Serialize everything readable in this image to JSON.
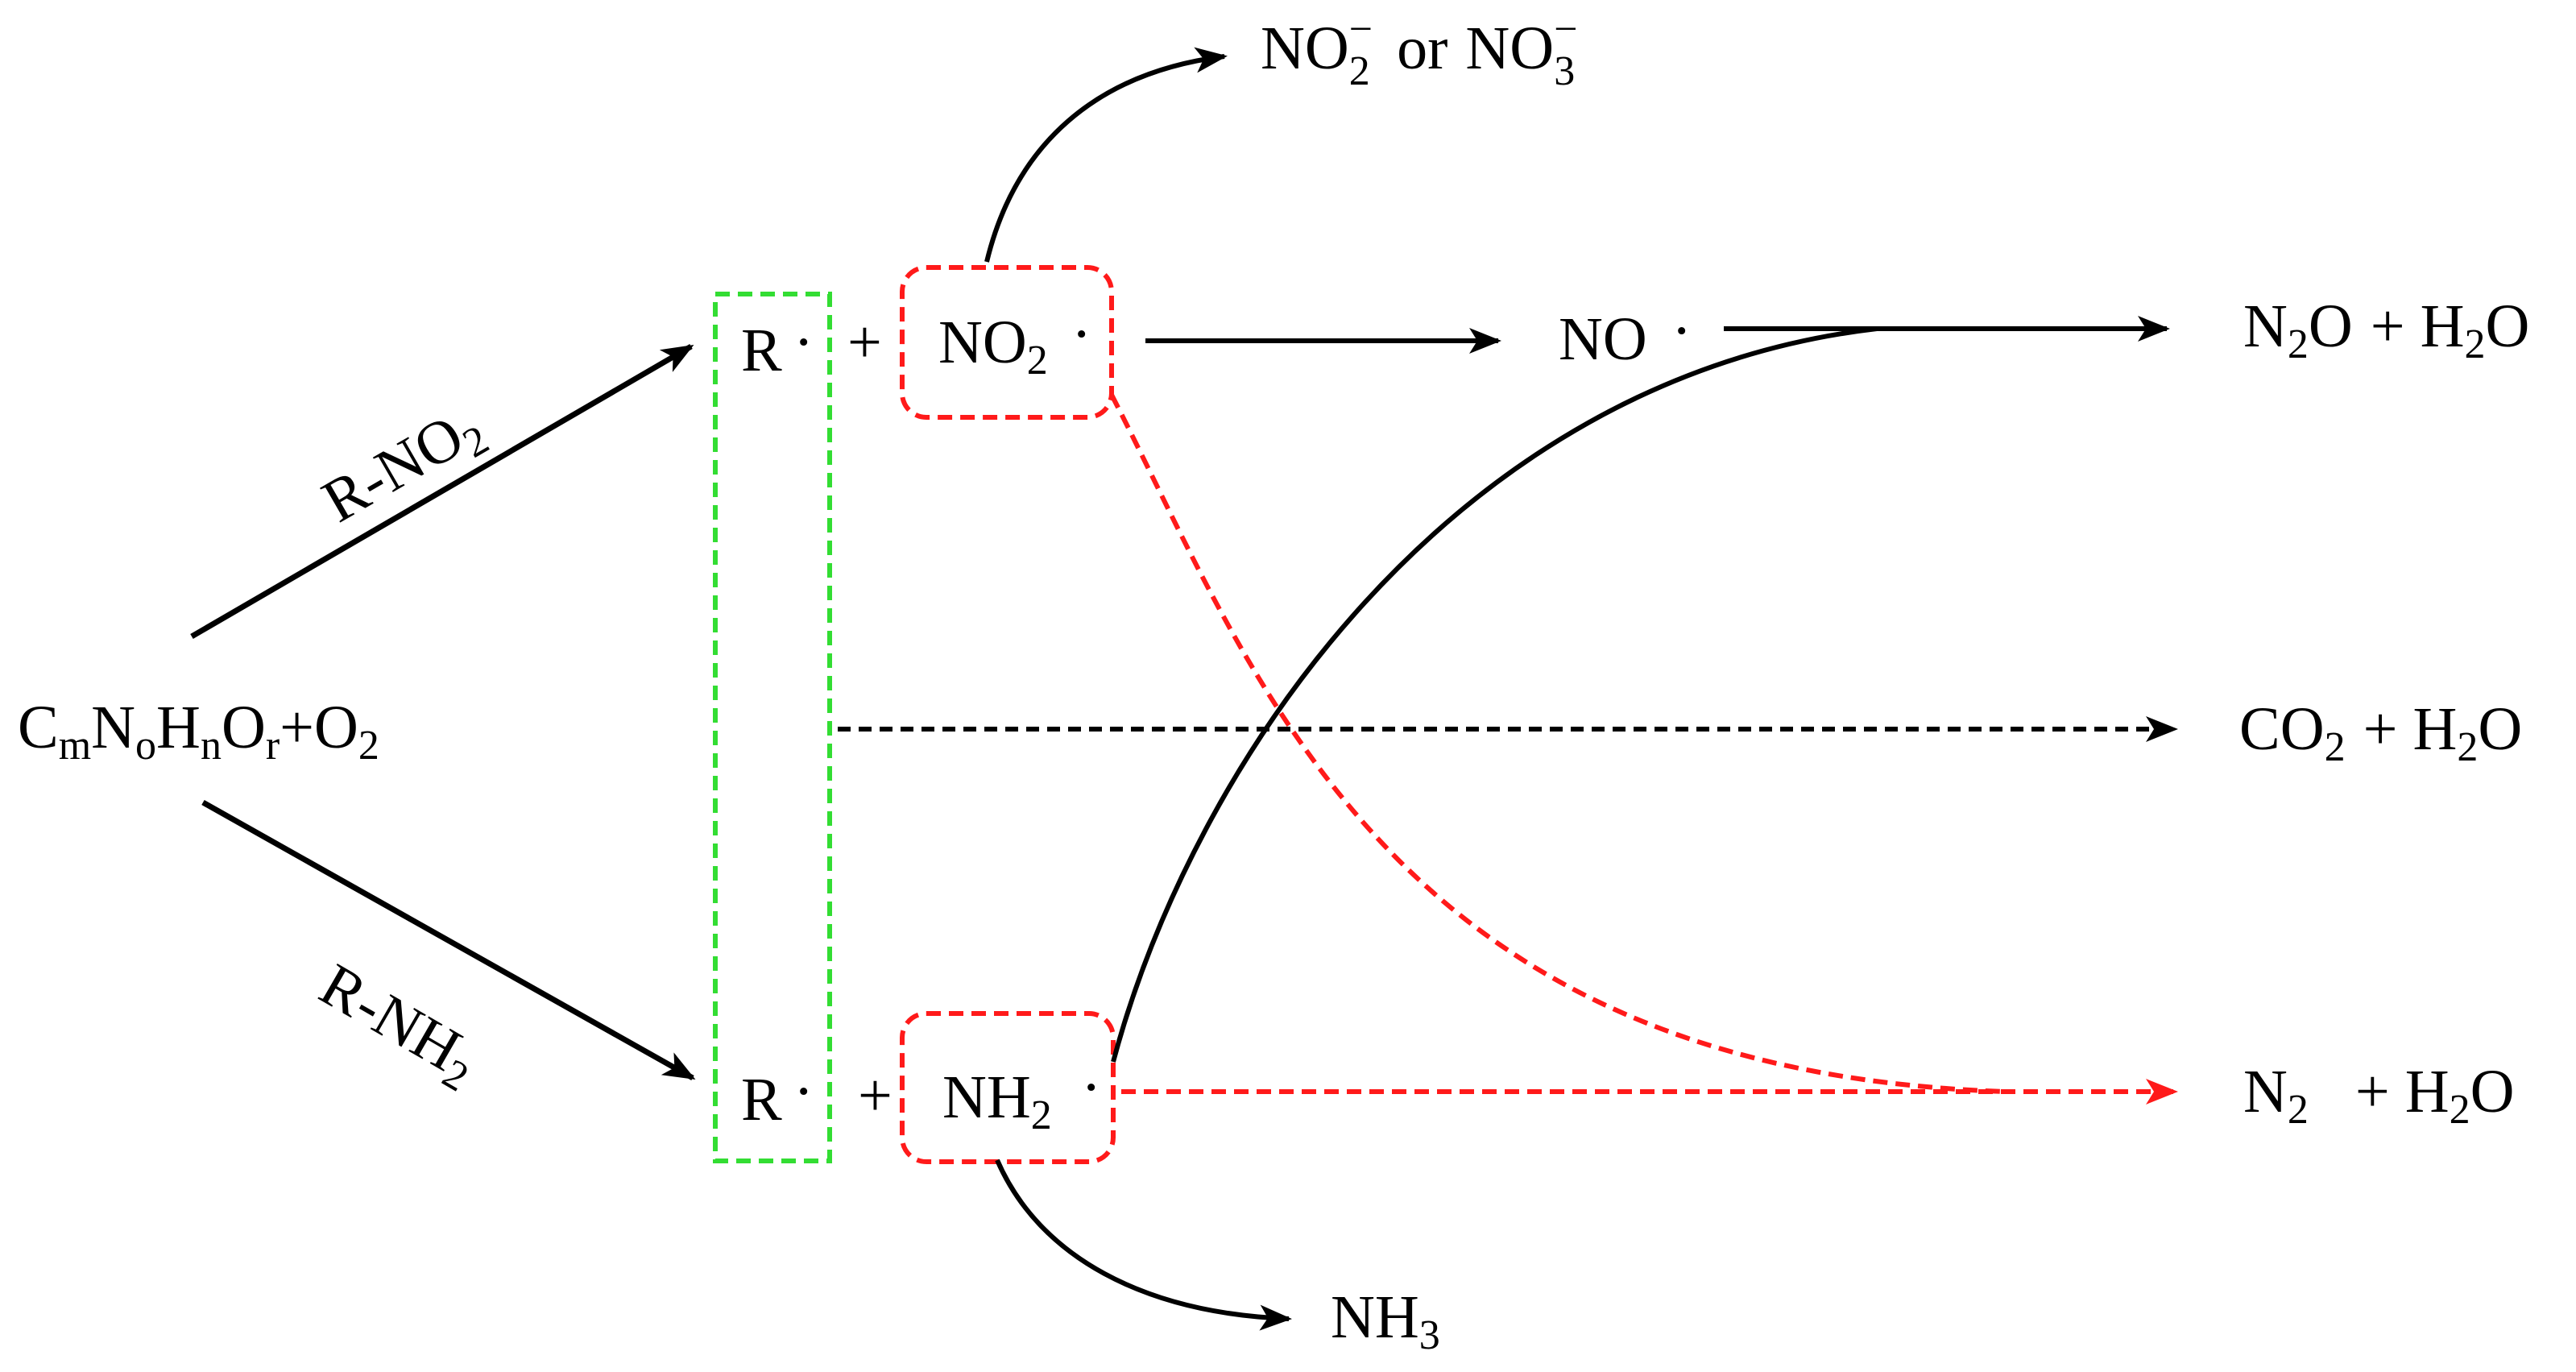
{
  "reactant": {
    "C": "C",
    "m": "m",
    "N": "N",
    "o": "o",
    "H": "H",
    "n": "n",
    "O": "O",
    "r": "r",
    "plus_o2": "+O",
    "two": "2"
  },
  "path_upper": {
    "label": "R-NO",
    "sub": "2"
  },
  "path_lower": {
    "label": "R-NH",
    "sub": "2"
  },
  "radicals": {
    "r_top": "R",
    "r_bottom": "R",
    "dot": "·",
    "plus": "+",
    "no2_main": "NO",
    "no2_sub": "2",
    "nh2_main": "NH",
    "nh2_sub": "2",
    "no": "NO"
  },
  "side_products": {
    "nitrite_main": "NO",
    "nitrite_sub": "2",
    "nitrite_sup": "−",
    "or": "or",
    "nitrate_main": "NO",
    "nitrate_sub": "3",
    "nitrate_sup": "−",
    "nh3_main": "NH",
    "nh3_sub": "3"
  },
  "products": {
    "n2o_n": "N",
    "n2o_sub": "2",
    "n2o_rest": "O",
    "n2o_plus": "+ H",
    "n2o_h2o_sub": "2",
    "n2o_h2o_o": "O",
    "co2_c": "CO",
    "co2_sub": "2",
    "co2_plus": "+ H",
    "co2_h2o_sub": "2",
    "co2_h2o_o": "O",
    "n2_n": "N",
    "n2_sub": "2",
    "n2_plus": "+ H",
    "n2_h2o_sub": "2",
    "n2_h2o_o": "O"
  },
  "colors": {
    "black": "#000000",
    "red": "#ff1a1a",
    "green": "#33dd33"
  }
}
